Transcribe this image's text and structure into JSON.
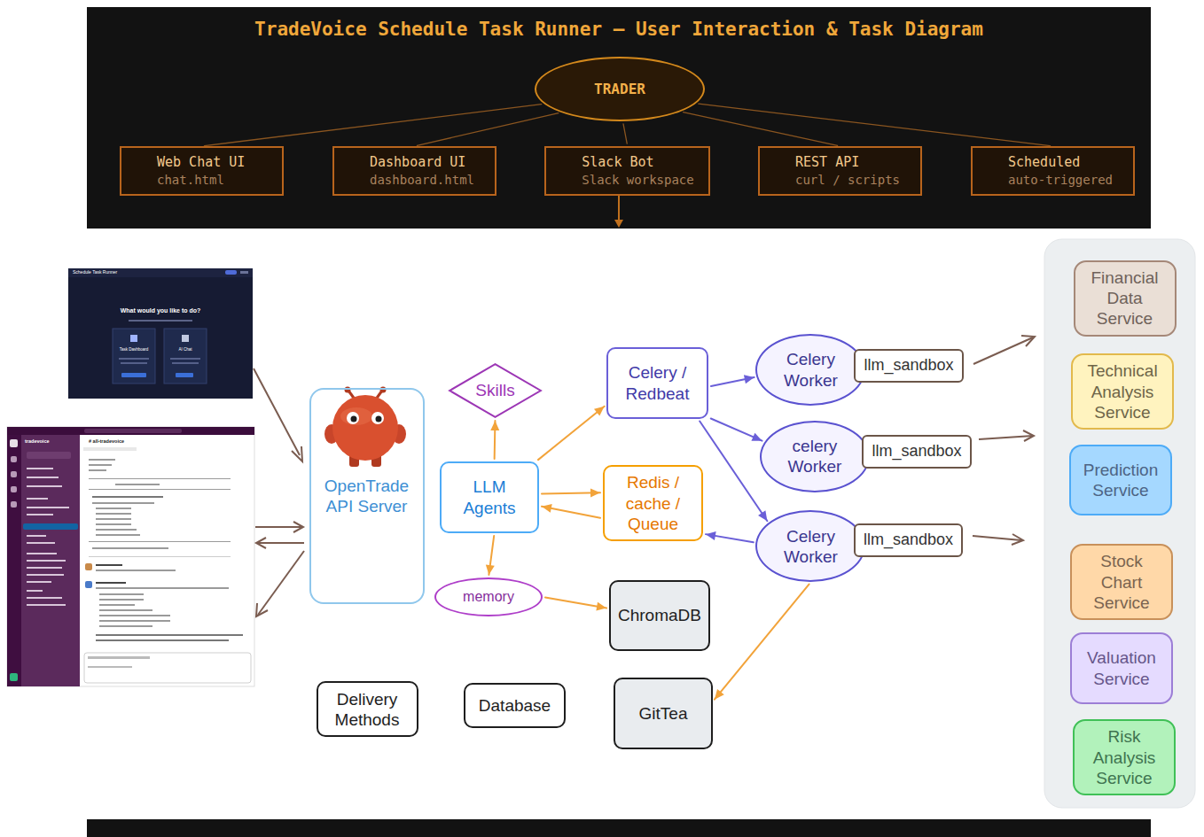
{
  "diagram": {
    "title": "TradeVoice Schedule Task Runner — User Interaction & Task Diagram",
    "nodes": [
      {
        "text": [
          "TRADER"
        ]
      },
      {
        "text": [
          "Web Chat UI",
          "chat.html"
        ]
      },
      {
        "text": [
          "Dashboard UI",
          "dashboard.html"
        ]
      },
      {
        "text": [
          "Slack Bot",
          "Slack workspace"
        ]
      },
      {
        "text": [
          "REST API",
          "curl / scripts"
        ]
      },
      {
        "text": [
          "Scheduled",
          "auto-triggered"
        ]
      },
      {
        "text": [
          "OpenTrade API Server"
        ]
      },
      {
        "text": [
          "Skills"
        ]
      },
      {
        "text": [
          "LLM Agents"
        ]
      },
      {
        "text": [
          "Celery / Redbeat"
        ]
      },
      {
        "text": [
          "Redis / cache / Queue"
        ]
      },
      {
        "text": [
          "memory"
        ]
      },
      {
        "text": [
          "ChromaDB"
        ]
      },
      {
        "text": [
          "Celery Worker"
        ]
      },
      {
        "text": [
          "llm_sandbox"
        ]
      },
      {
        "text": [
          "celery Worker"
        ]
      },
      {
        "text": [
          "llm_sandbox"
        ]
      },
      {
        "text": [
          "Celery Worker"
        ]
      },
      {
        "text": [
          "llm_sandbox"
        ]
      },
      {
        "text": [
          "Delivery Methods"
        ]
      },
      {
        "text": [
          "Database"
        ]
      },
      {
        "text": [
          "GitTea"
        ]
      },
      {
        "text": [
          "Financial Data Service"
        ]
      },
      {
        "text": [
          "Technical Analysis Service"
        ]
      },
      {
        "text": [
          "Prediction Service"
        ]
      },
      {
        "text": [
          "Stock Chart Service"
        ]
      },
      {
        "text": [
          "Valuation Service"
        ]
      },
      {
        "text": [
          "Risk Analysis Service"
        ]
      }
    ],
    "edges": [
      {
        "from": 0,
        "to": 1,
        "arrow": "none"
      },
      {
        "from": 0,
        "to": 2,
        "arrow": "none"
      },
      {
        "from": 0,
        "to": 3,
        "arrow": "none"
      },
      {
        "from": 0,
        "to": 4,
        "arrow": "none"
      },
      {
        "from": 0,
        "to": 5,
        "arrow": "none"
      },
      {
        "from": 8,
        "to": 7,
        "arrow": "to"
      },
      {
        "from": 8,
        "to": 11,
        "arrow": "to"
      },
      {
        "from": 8,
        "to": 9,
        "arrow": "to"
      },
      {
        "from": 8,
        "to": 10,
        "arrow": "to"
      },
      {
        "from": 10,
        "to": 8,
        "arrow": "to"
      },
      {
        "from": 11,
        "to": 12,
        "arrow": "to"
      },
      {
        "from": 9,
        "to": 13,
        "arrow": "to"
      },
      {
        "from": 9,
        "to": 15,
        "arrow": "to"
      },
      {
        "from": 9,
        "to": 17,
        "arrow": "to"
      },
      {
        "from": 17,
        "to": 10,
        "arrow": "to"
      },
      {
        "from": 17,
        "to": 21,
        "arrow": "to"
      }
    ],
    "labels": [
      "Schedule Task Runner",
      "What would you like to do?",
      "Task Dashboard",
      "AI Chat",
      "tradevoice",
      "# all-tradevoice"
    ]
  }
}
